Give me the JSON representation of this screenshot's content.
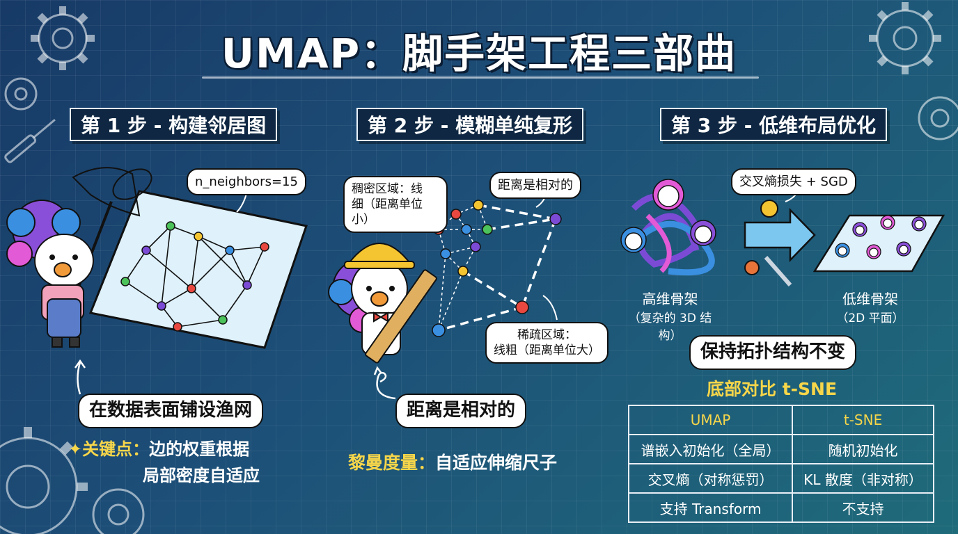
{
  "title": "UMAP：脚手架工程三部曲",
  "steps": {
    "s1": "第 1 步 - 构建邻居图",
    "s2": "第 2 步 - 模糊单纯复形",
    "s3": "第 3 步 - 低维布局优化"
  },
  "panel1": {
    "param_bubble": "n_neighbors=15",
    "caption": "在数据表面铺设渔网",
    "key_prefix": "关键点：",
    "key_line1": "边的权重根据",
    "key_line2": "局部密度自适应"
  },
  "panel2": {
    "dense_line1": "稠密区域：线",
    "dense_line2": "细（距离单位小）",
    "relative_bubble": "距离是相对的",
    "sparse_line1": "稀疏区域：",
    "sparse_line2": "线粗（距离单位大）",
    "caption": "距离是相对的",
    "metric_prefix": "黎曼度量：",
    "metric_text": "自适应伸缩尺子"
  },
  "panel3": {
    "loss_bubble": "交叉熵损失 + SGD",
    "high_line1": "高维骨架",
    "high_line2": "（复杂的 3D 结构）",
    "low_line1": "低维骨架",
    "low_line2": "（2D 平面）",
    "topology": "保持拓扑结构不变",
    "compare_title": "底部对比 t-SNE",
    "table": {
      "headers": [
        "UMAP",
        "t-SNE"
      ],
      "rows": [
        [
          "谱嵌入初始化（全局）",
          "随机初始化"
        ],
        [
          "交叉熵（对称惩罚）",
          "KL 散度（非对称）"
        ],
        [
          "支持 Transform",
          "不支持"
        ]
      ]
    }
  },
  "colors": {
    "accent_yellow": "#f7d64a",
    "node_red": "#e8483f",
    "node_green": "#4cc25a",
    "node_purple": "#7b4bd6",
    "node_blue": "#3a8fe0",
    "node_yellow": "#f5c531",
    "arrow_blue": "#7cc7ef"
  }
}
